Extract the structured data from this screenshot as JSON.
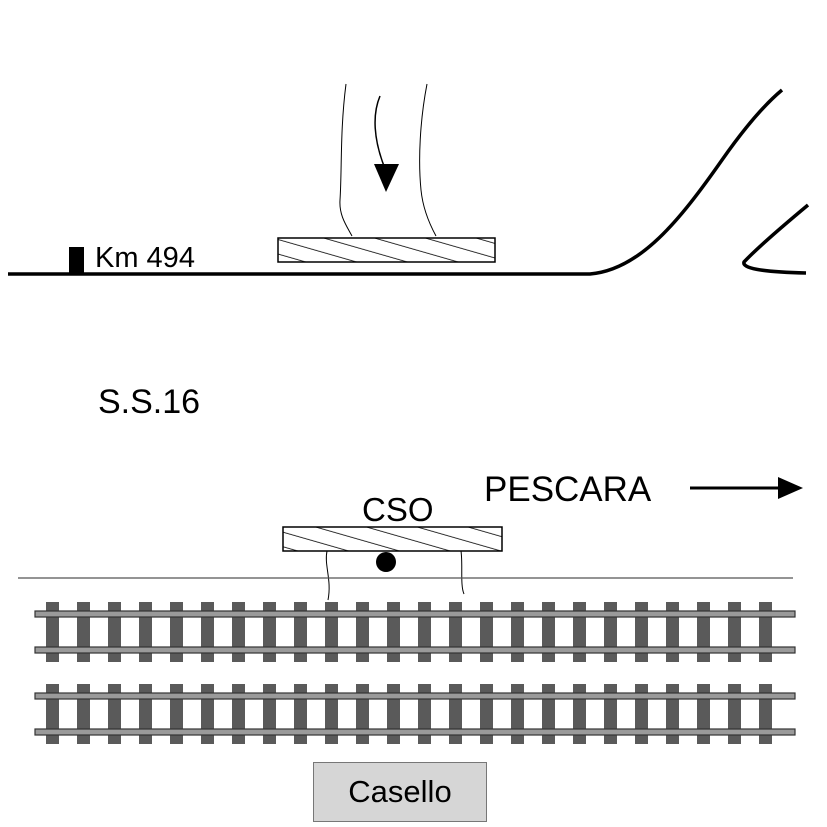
{
  "labels": {
    "km": "Km 494",
    "road": "S.S.16",
    "direction": "PESCARA",
    "cso": "CSO",
    "casello": "Casello"
  },
  "colors": {
    "line": "#000000",
    "rail": "#555555",
    "rail_edge": "#333333",
    "sleeper": "#5a5a5a",
    "casello_fill": "#d6d6d6",
    "divider": "#555555"
  },
  "icons": {
    "flow_arrow": "down-arrow-icon",
    "direction_arrow": "right-arrow-icon",
    "km_marker": "milestone-icon",
    "cso_point": "dot-icon"
  }
}
